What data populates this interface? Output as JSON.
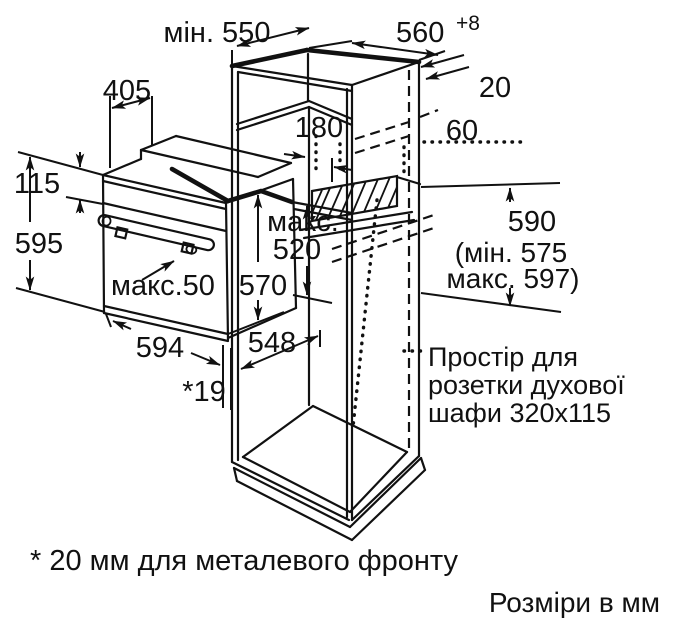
{
  "drawing": {
    "background": "#ffffff",
    "line_color": "#111111",
    "subject": "built-in oven installation dimensions"
  },
  "cabinet_dims": {
    "depth_min": "мін. 550",
    "width": "560",
    "width_tolerance": "+8",
    "wall_thickness": "20",
    "shelf_vent": "180",
    "rear_gap": "60",
    "niche_height": "590",
    "niche_height_min": "(мін. 575",
    "niche_height_max": "макс. 597)",
    "socket_offset_line1": "макс.",
    "socket_offset_line2": "520"
  },
  "oven_dims": {
    "top_depth": "405",
    "panel_height": "115",
    "overall_height": "595",
    "body_height": "570",
    "front_width": "594",
    "body_depth": "548",
    "front_gap": "*19",
    "side_clearance": "макс.50"
  },
  "notes": {
    "socket_line1": "Простір для",
    "socket_line2": "розетки духової",
    "socket_line3": "шафи 320x115",
    "footnote": "* 20 мм для металевого фронту",
    "units": "Розміри в мм"
  }
}
